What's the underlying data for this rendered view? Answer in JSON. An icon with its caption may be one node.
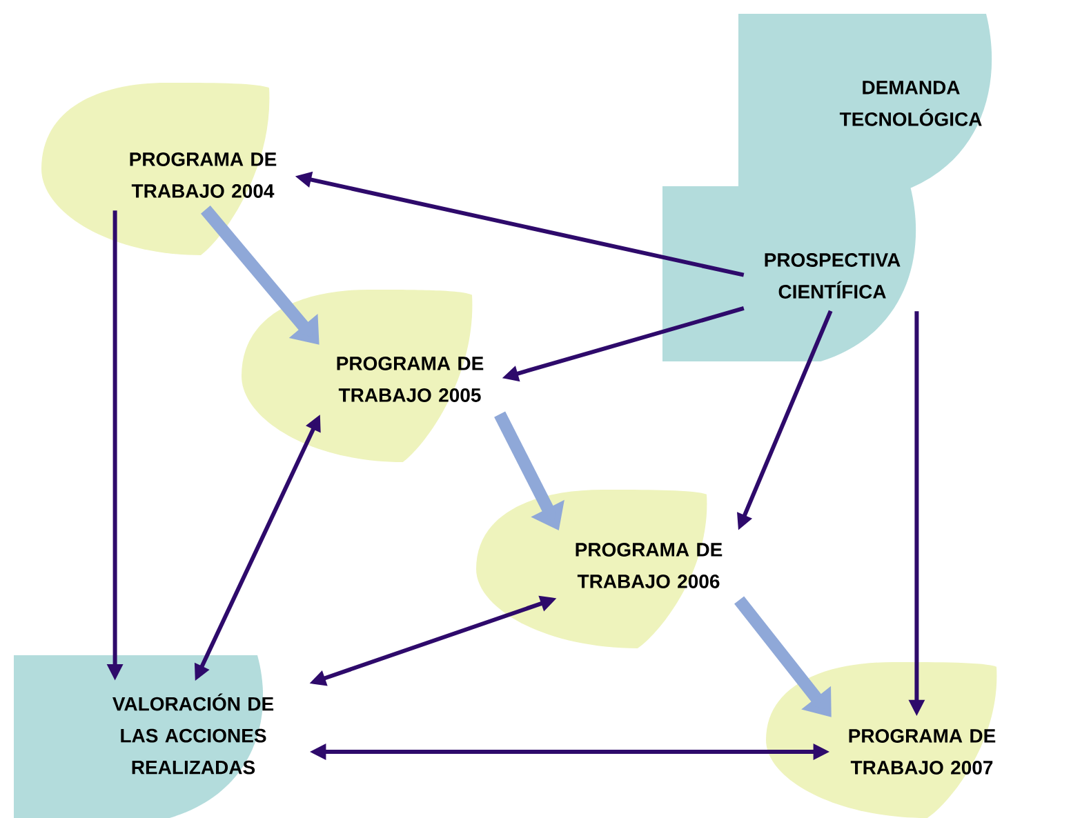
{
  "diagram": {
    "nodes": [
      {
        "text": [
          "PROGRAMA DE TRABAJO 2004"
        ]
      },
      {
        "text": [
          "DEMANDA TECNOLÓGICA"
        ]
      },
      {
        "text": [
          "PROSPECTIVA CIENTÍFICA"
        ]
      },
      {
        "text": [
          "PROGRAMA DE TRABAJO 2005"
        ]
      },
      {
        "text": [
          "PROGRAMA DE TRABAJO 2006"
        ]
      },
      {
        "text": [
          "VALORACIÓN DE LAS ACCIONES REALIZADAS"
        ]
      },
      {
        "text": [
          "PROGRAMA DE TRABAJO 2007"
        ]
      }
    ],
    "edges": [
      {
        "from": 2,
        "to": 0,
        "arrow": "to"
      },
      {
        "from": 2,
        "to": 3,
        "arrow": "to"
      },
      {
        "from": 0,
        "to": 3,
        "arrow": "to",
        "style": "thick",
        "color": "#8fa8d8"
      },
      {
        "from": 3,
        "to": 4,
        "arrow": "to",
        "style": "thick",
        "color": "#8fa8d8"
      },
      {
        "from": 4,
        "to": 6,
        "arrow": "to",
        "style": "thick",
        "color": "#8fa8d8"
      },
      {
        "from": 2,
        "to": 4,
        "arrow": "to"
      },
      {
        "from": 2,
        "to": 6,
        "arrow": "to"
      },
      {
        "from": 0,
        "to": 5,
        "arrow": "to"
      },
      {
        "from": 5,
        "to": 3,
        "arrow": "both"
      },
      {
        "from": 5,
        "to": 4,
        "arrow": "both"
      },
      {
        "from": 5,
        "to": 6,
        "arrow": "both"
      }
    ]
  }
}
